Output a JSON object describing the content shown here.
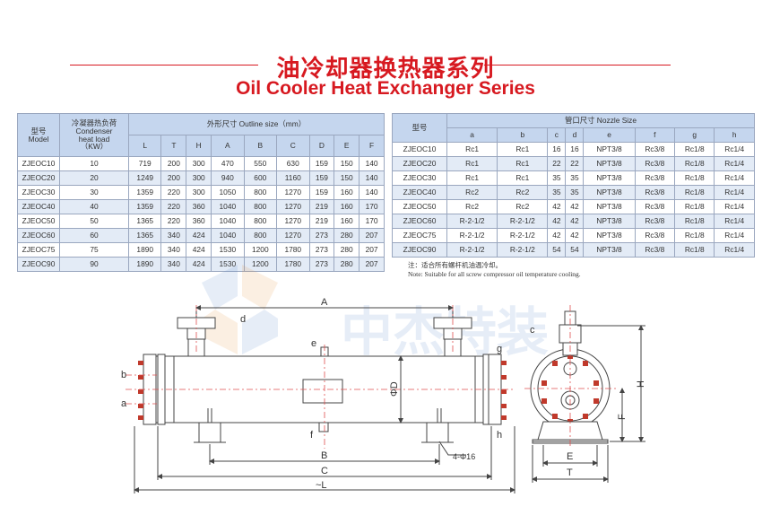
{
  "title_cn": "油冷却器换热器系列",
  "title_en": "Oil Cooler Heat Exchanger Series",
  "outline_table": {
    "col_model": [
      "型号",
      "Model"
    ],
    "col_load": [
      "冷凝器热负荷",
      "Condenser",
      "heat load",
      "（KW）"
    ],
    "col_size": "外形尺寸 Outline size（mm）",
    "size_cols": [
      "L",
      "T",
      "H",
      "A",
      "B",
      "C",
      "D",
      "E",
      "F"
    ],
    "rows": [
      [
        "ZJEOC10",
        "10",
        "719",
        "200",
        "300",
        "470",
        "550",
        "630",
        "159",
        "150",
        "140"
      ],
      [
        "ZJEOC20",
        "20",
        "1249",
        "200",
        "300",
        "940",
        "600",
        "1160",
        "159",
        "150",
        "140"
      ],
      [
        "ZJEOC30",
        "30",
        "1359",
        "220",
        "300",
        "1050",
        "800",
        "1270",
        "159",
        "160",
        "140"
      ],
      [
        "ZJEOC40",
        "40",
        "1359",
        "220",
        "360",
        "1040",
        "800",
        "1270",
        "219",
        "160",
        "170"
      ],
      [
        "ZJEOC50",
        "50",
        "1365",
        "220",
        "360",
        "1040",
        "800",
        "1270",
        "219",
        "160",
        "170"
      ],
      [
        "ZJEOC60",
        "60",
        "1365",
        "340",
        "424",
        "1040",
        "800",
        "1270",
        "273",
        "280",
        "207"
      ],
      [
        "ZJEOC75",
        "75",
        "1890",
        "340",
        "424",
        "1530",
        "1200",
        "1780",
        "273",
        "280",
        "207"
      ],
      [
        "ZJEOC90",
        "90",
        "1890",
        "340",
        "424",
        "1530",
        "1200",
        "1780",
        "273",
        "280",
        "207"
      ]
    ]
  },
  "nozzle_table": {
    "col_model": "型号",
    "col_nozzle": "管口尺寸 Nozzle Size",
    "nozzle_cols": [
      "a",
      "b",
      "c",
      "d",
      "e",
      "f",
      "g",
      "h"
    ],
    "rows": [
      [
        "ZJEOC10",
        "Rc1",
        "Rc1",
        "16",
        "16",
        "NPT3/8",
        "Rc3/8",
        "Rc1/8",
        "Rc1/4"
      ],
      [
        "ZJEOC20",
        "Rc1",
        "Rc1",
        "22",
        "22",
        "NPT3/8",
        "Rc3/8",
        "Rc1/8",
        "Rc1/4"
      ],
      [
        "ZJEOC30",
        "Rc1",
        "Rc1",
        "35",
        "35",
        "NPT3/8",
        "Rc3/8",
        "Rc1/8",
        "Rc1/4"
      ],
      [
        "ZJEOC40",
        "Rc2",
        "Rc2",
        "35",
        "35",
        "NPT3/8",
        "Rc3/8",
        "Rc1/8",
        "Rc1/4"
      ],
      [
        "ZJEOC50",
        "Rc2",
        "Rc2",
        "42",
        "42",
        "NPT3/8",
        "Rc3/8",
        "Rc1/8",
        "Rc1/4"
      ],
      [
        "ZJEOC60",
        "R-2-1/2",
        "R-2-1/2",
        "42",
        "42",
        "NPT3/8",
        "Rc3/8",
        "Rc1/8",
        "Rc1/4"
      ],
      [
        "ZJEOC75",
        "R-2-1/2",
        "R-2-1/2",
        "42",
        "42",
        "NPT3/8",
        "Rc3/8",
        "Rc1/8",
        "Rc1/4"
      ],
      [
        "ZJEOC90",
        "R-2-1/2",
        "R-2-1/2",
        "54",
        "54",
        "NPT3/8",
        "Rc3/8",
        "Rc1/8",
        "Rc1/4"
      ]
    ]
  },
  "note_cn": "注：适合所有螺杆机油温冷却。",
  "note_en": "Note: Suitable for all screw compressor oil temperature cooling.",
  "watermark_text": "中杰特装",
  "drawing_labels": {
    "A": "A",
    "B": "B",
    "C": "C",
    "L": "~L",
    "D": "ΦD",
    "a": "a",
    "b": "b",
    "c": "c",
    "d": "d",
    "e": "e",
    "f": "f",
    "g": "g",
    "h": "h",
    "E": "E",
    "F": "F",
    "H": "H",
    "T": "T",
    "holes": "4-Φ16"
  },
  "colors": {
    "accent": "#d71920",
    "header": "#c5d6ee",
    "row_alt": "#e3ebf6",
    "centerline": "#e05050"
  }
}
